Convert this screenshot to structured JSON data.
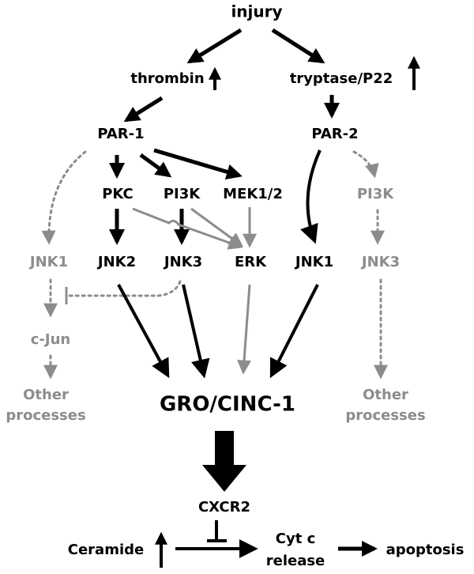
{
  "nodes": {
    "injury": "injury",
    "thrombin": "thrombin",
    "tryptase": "tryptase/P22",
    "par1": "PAR-1",
    "par2": "PAR-2",
    "pkc": "PKC",
    "pi3k_left": "PI3K",
    "mek": "MEK1/2",
    "pi3k_right": "PI3K",
    "jnk1_left": "JNK1",
    "jnk2": "JNK2",
    "jnk3_left": "JNK3",
    "erk": "ERK",
    "jnk1_right": "JNK1",
    "jnk3_right": "JNK3",
    "cjun": "c-Jun",
    "other_left_1": "Other",
    "other_left_2": "processes",
    "gro": "GRO/CINC-1",
    "other_right_1": "Other",
    "other_right_2": "processes",
    "cxcr2": "CXCR2",
    "ceramide": "Ceramide",
    "cytc_1": "Cyt c",
    "cytc_2": "release",
    "apoptosis": "apoptosis"
  },
  "colors": {
    "active": "#000000",
    "inactive": "#8c8c8c"
  }
}
